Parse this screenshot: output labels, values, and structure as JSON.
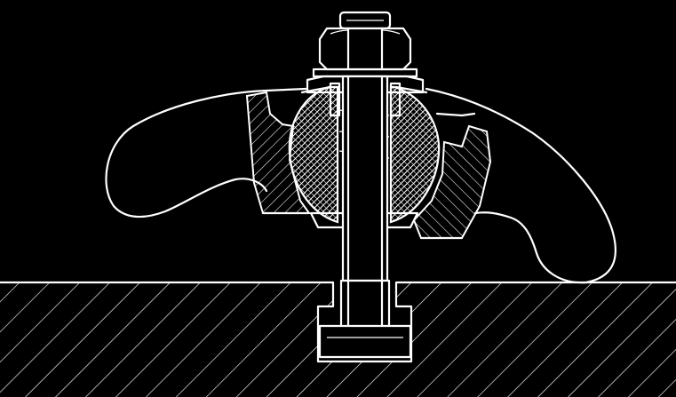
{
  "drawing": {
    "background": "#000000",
    "line_color": "#ffffff",
    "parts": [
      "table-with-t-slot",
      "t-slot-bolt",
      "hex-nut",
      "washer",
      "spherical-bushing",
      "clamp-arm"
    ]
  }
}
